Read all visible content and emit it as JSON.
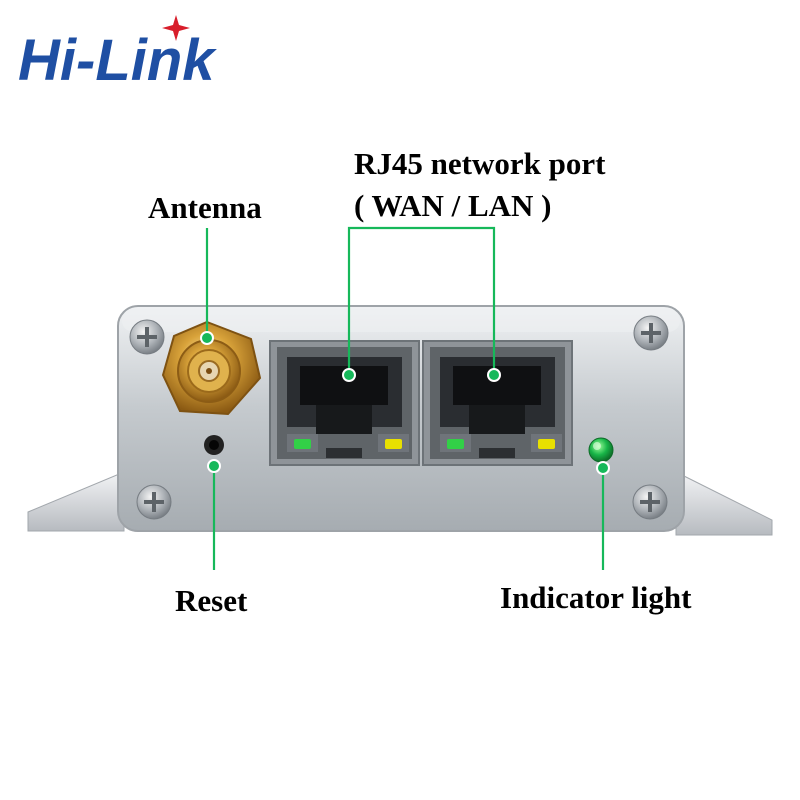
{
  "logo": {
    "text": "Hi-Link",
    "color": "#1f4fa3",
    "star_color": "#d81e2b"
  },
  "callouts": {
    "antenna": "Antenna",
    "rj45_line1": "RJ45 network port",
    "rj45_line2": "( WAN / LAN )",
    "reset": "Reset",
    "indicator": "Indicator light"
  },
  "colors": {
    "callout_line": "#16b85a",
    "enclosure": "#c9cdd2",
    "port_led_green": "#32d047",
    "port_led_yellow": "#e8e000",
    "status_led": "#19b54a",
    "antenna_gold": "#d39a2a"
  }
}
